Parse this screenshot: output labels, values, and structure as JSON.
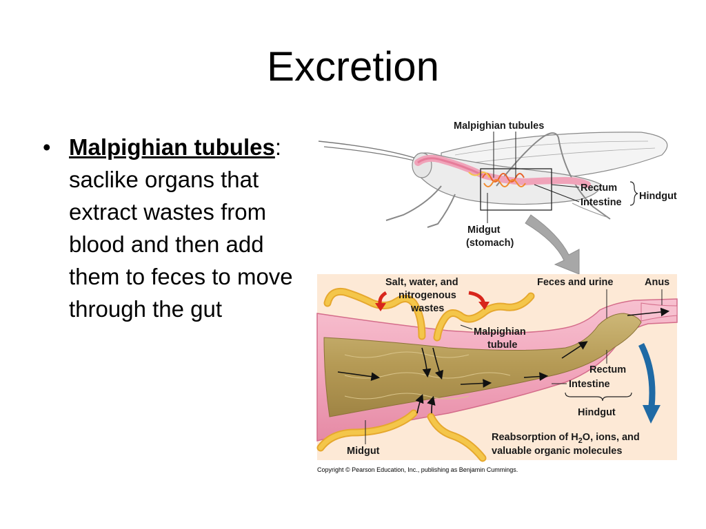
{
  "slide": {
    "title": "Excretion",
    "bullet": {
      "term": "Malpighian tubules",
      "definition": ": saclike organs that extract wastes from blood and then add them to feces to move through the gut"
    }
  },
  "diagram": {
    "top": {
      "malpighian_tubules": "Malpighian tubules",
      "rectum": "Rectum",
      "intestine": "Intestine",
      "hindgut": "Hindgut",
      "midgut": "Midgut",
      "stomach": "(stomach)"
    },
    "bottom": {
      "salt_line1": "Salt, water, and",
      "salt_line2": "nitrogenous",
      "salt_line3": "wastes",
      "feces_urine": "Feces and urine",
      "anus": "Anus",
      "malpighian_tubule_1": "Malpighian",
      "malpighian_tubule_2": "tubule",
      "rectum": "Rectum",
      "intestine": "Intestine",
      "hindgut": "Hindgut",
      "midgut": "Midgut",
      "reabsorption_a": "Reabsorption of H",
      "reabsorption_sub": "2",
      "reabsorption_b": "O, ions, and",
      "reabsorption_line2": "valuable organic molecules"
    },
    "copyright": "Copyright © Pearson Education, Inc., publishing as Benjamin Cummings."
  },
  "colors": {
    "gut_pink": "#f2a7bd",
    "gut_wall": "#e9849f",
    "tubule_yellow": "#f4c64a",
    "contents_brown": "#b59a55",
    "arrow_red": "#d8261c",
    "arrow_blue": "#1f6aa5",
    "background_peach": "#fde9d6"
  }
}
